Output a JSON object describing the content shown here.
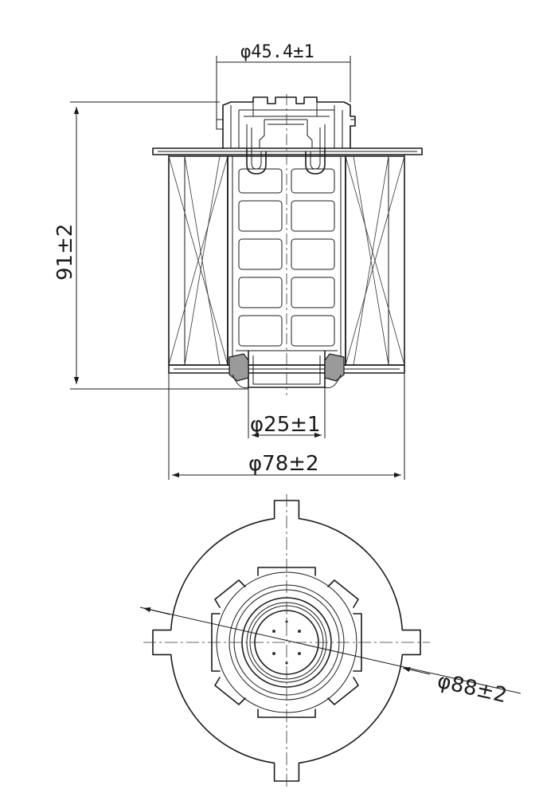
{
  "dimensions": {
    "top_diameter": "φ45.4±1",
    "overall_height": "91±2",
    "inner_diameter": "φ25±1",
    "body_diameter": "φ78±2",
    "plate_diameter": "φ88±2"
  },
  "colors": {
    "line": "#1a1a1a",
    "seal_fill": "#9a9a9a",
    "background": "#ffffff"
  }
}
